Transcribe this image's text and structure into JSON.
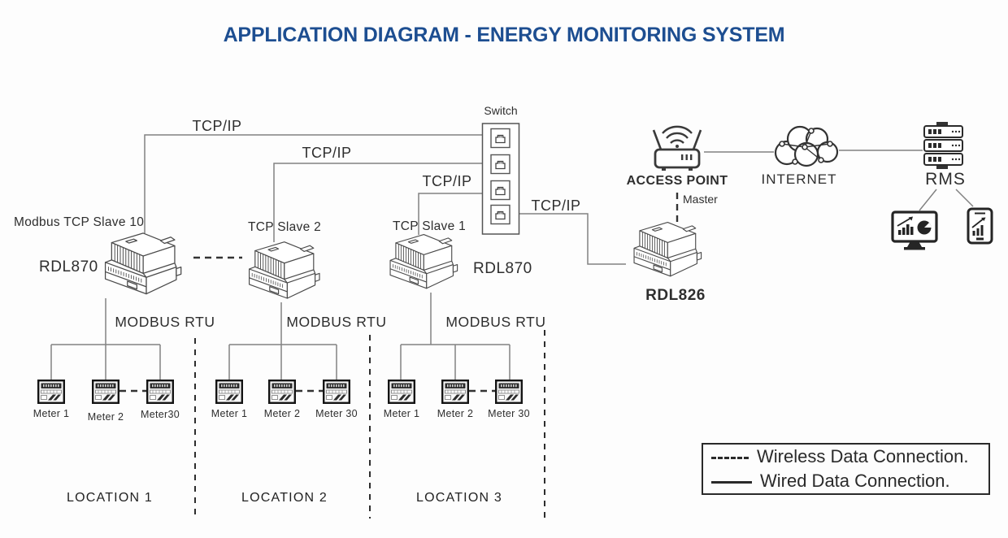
{
  "title": "APPLICATION DIAGRAM - ENERGY MONITORING SYSTEM",
  "network": {
    "switch_label": "Switch",
    "tcpip": [
      "TCP/IP",
      "TCP/IP",
      "TCP/IP",
      "TCP/IP"
    ],
    "access_point_label": "ACCESS POINT",
    "master_label": "Master",
    "internet_label": "INTERNET",
    "rms_label": "RMS",
    "gateway_model": "RDL826"
  },
  "devices": [
    {
      "slave_label": "Modbus TCP Slave 10",
      "model_label": "RDL870"
    },
    {
      "slave_label": "TCP Slave 2"
    },
    {
      "slave_label": "TCP Slave 1",
      "model_label": "RDL870"
    }
  ],
  "locations": [
    {
      "name": "LOCATION 1",
      "bus_label": "MODBUS RTU",
      "meters": [
        "Meter 1",
        "Meter 2",
        "Meter30"
      ]
    },
    {
      "name": "LOCATION 2",
      "bus_label": "MODBUS RTU",
      "meters": [
        "Meter 1",
        "Meter 2",
        "Meter 30"
      ]
    },
    {
      "name": "LOCATION 3",
      "bus_label": "MODBUS RTU",
      "meters": [
        "Meter 1",
        "Meter 2",
        "Meter 30"
      ]
    }
  ],
  "legend": {
    "wireless_label": "Wireless Data Connection.",
    "wired_label": "Wired Data Connection."
  },
  "colors": {
    "title": "#1d4e91",
    "line": "#828282",
    "ink": "#2e2e2e"
  }
}
